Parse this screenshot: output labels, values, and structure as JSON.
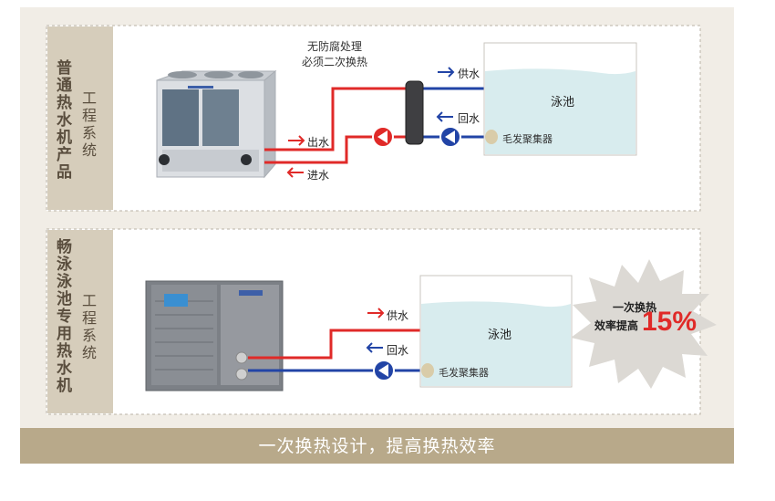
{
  "colors": {
    "background_panel": "#f1ede6",
    "side_panel": "#d6cdbb",
    "banner": "#b8a98a",
    "hot_pipe": "#e02a28",
    "cold_pipe": "#2244a6",
    "pool_water": "#d8ecee",
    "percent": "#e02a28"
  },
  "section1": {
    "title_chars": [
      "普",
      "通",
      "热",
      "水",
      "机",
      "产",
      "品"
    ],
    "subtitle_chars": [
      "工",
      "程",
      "系",
      "统"
    ],
    "note_line1": "无防腐处理",
    "note_line2": "必须二次换热",
    "supply_label": "供水",
    "return_label": "回水",
    "out_label": "出水",
    "in_label": "进水",
    "pool_label": "泳池",
    "collector_label": "毛发聚集器"
  },
  "section2": {
    "title_chars": [
      "畅",
      "泳",
      "泳",
      "池",
      "专",
      "用",
      "热",
      "水",
      "机"
    ],
    "subtitle_chars": [
      "工",
      "程",
      "系",
      "统"
    ],
    "supply_label": "供水",
    "return_label": "回水",
    "pool_label": "泳池",
    "collector_label": "毛发聚集器",
    "burst_line1": "一次换热",
    "burst_line2": "效率提高",
    "burst_percent": "15%"
  },
  "banner_text": "一次换热设计，提高换热效率"
}
